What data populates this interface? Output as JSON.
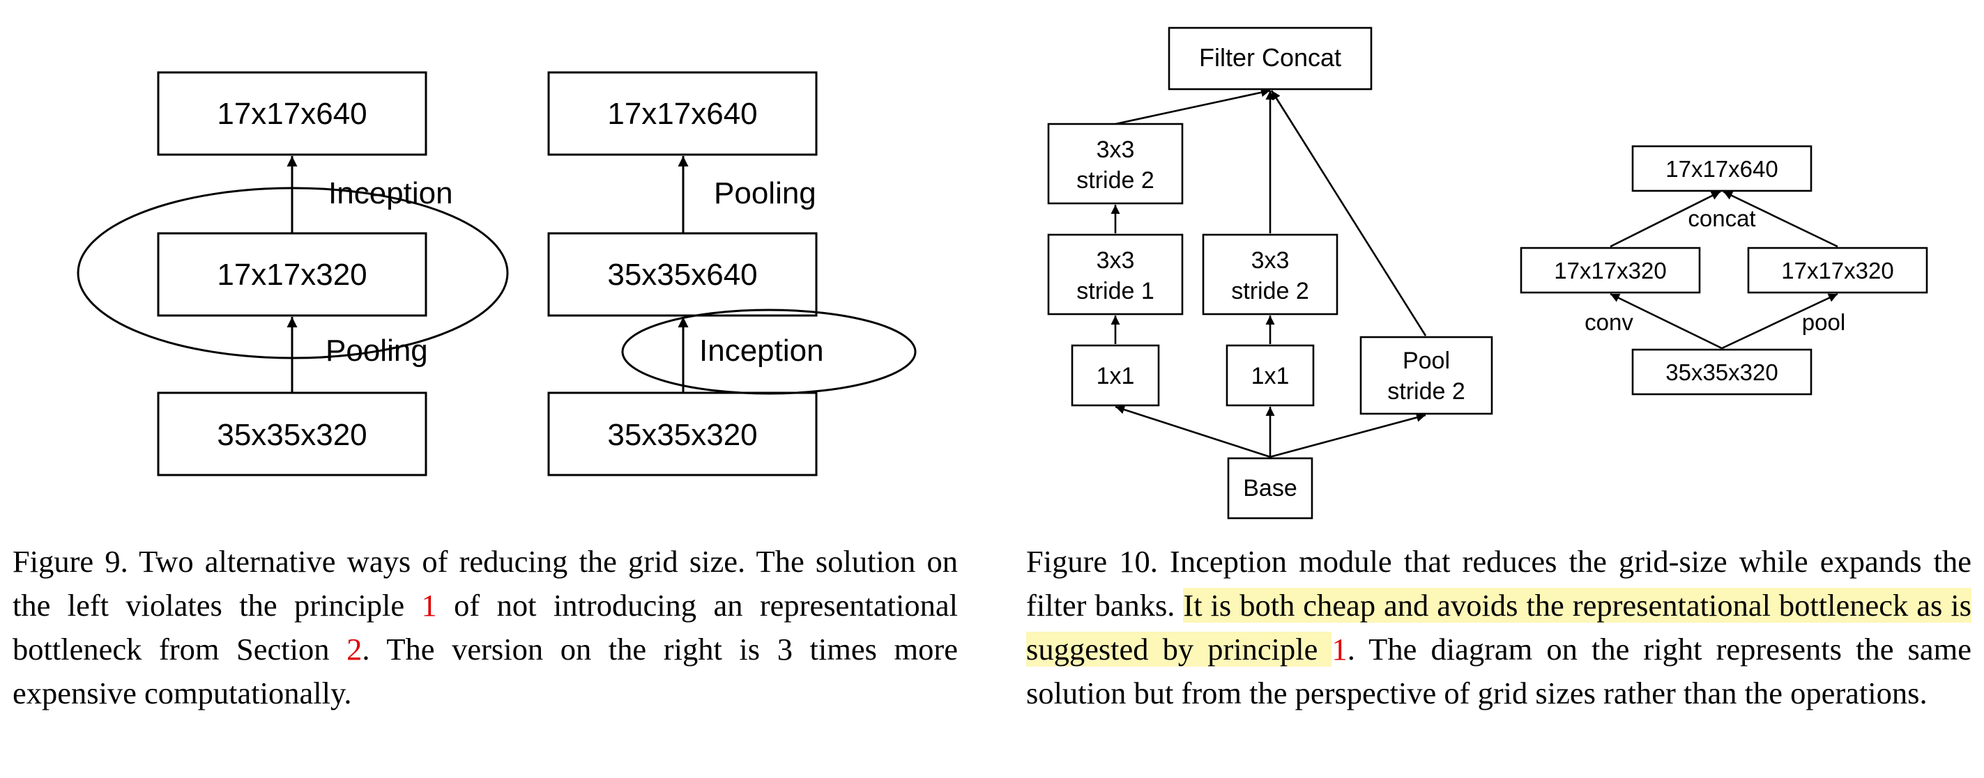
{
  "figure9": {
    "left": {
      "top_box": "17x17x640",
      "mid_box": "17x17x320",
      "bottom_box": "35x35x320",
      "upper_label": "Inception",
      "lower_label": "Pooling"
    },
    "right": {
      "top_box": "17x17x640",
      "mid_box": "35x35x640",
      "bottom_box": "35x35x320",
      "upper_label": "Pooling",
      "lower_label": "Inception"
    },
    "caption": {
      "part1": "Figure 9. Two alternative ways of reducing the grid size. The so­lution on the left violates the principle ",
      "ref1": "1",
      "part2": " of not introducing an rep­resentational bottleneck from Section ",
      "ref2": "2",
      "part3": ". The version on the right is 3 times more expensive computationally."
    }
  },
  "figure10": {
    "left": {
      "concat": "Filter Concat",
      "b1_top_line1": "3x3",
      "b1_top_line2": "stride 2",
      "b1_mid_line1": "3x3",
      "b1_mid_line2": "stride 1",
      "b1_bottom": "1x1",
      "b2_top_line1": "3x3",
      "b2_top_line2": "stride 2",
      "b2_bottom": "1x1",
      "pool_line1": "Pool",
      "pool_line2": "stride 2",
      "base": "Base"
    },
    "right": {
      "top_box": "17x17x640",
      "concat_label": "concat",
      "left_box": "17x17x320",
      "right_box": "17x17x320",
      "conv_label": "conv",
      "pool_label": "pool",
      "bottom_box": "35x35x320"
    },
    "caption": {
      "part1": "Figure 10. Inception module that reduces the grid-size while ex­pands the filter banks. ",
      "highlight": "It is both cheap and avoids the representa­tional bottleneck as is suggested by principle ",
      "ref1": "1",
      "part2": ". The diagram on the right represents the same solution but from the perspective of grid sizes rather than the operations."
    }
  }
}
